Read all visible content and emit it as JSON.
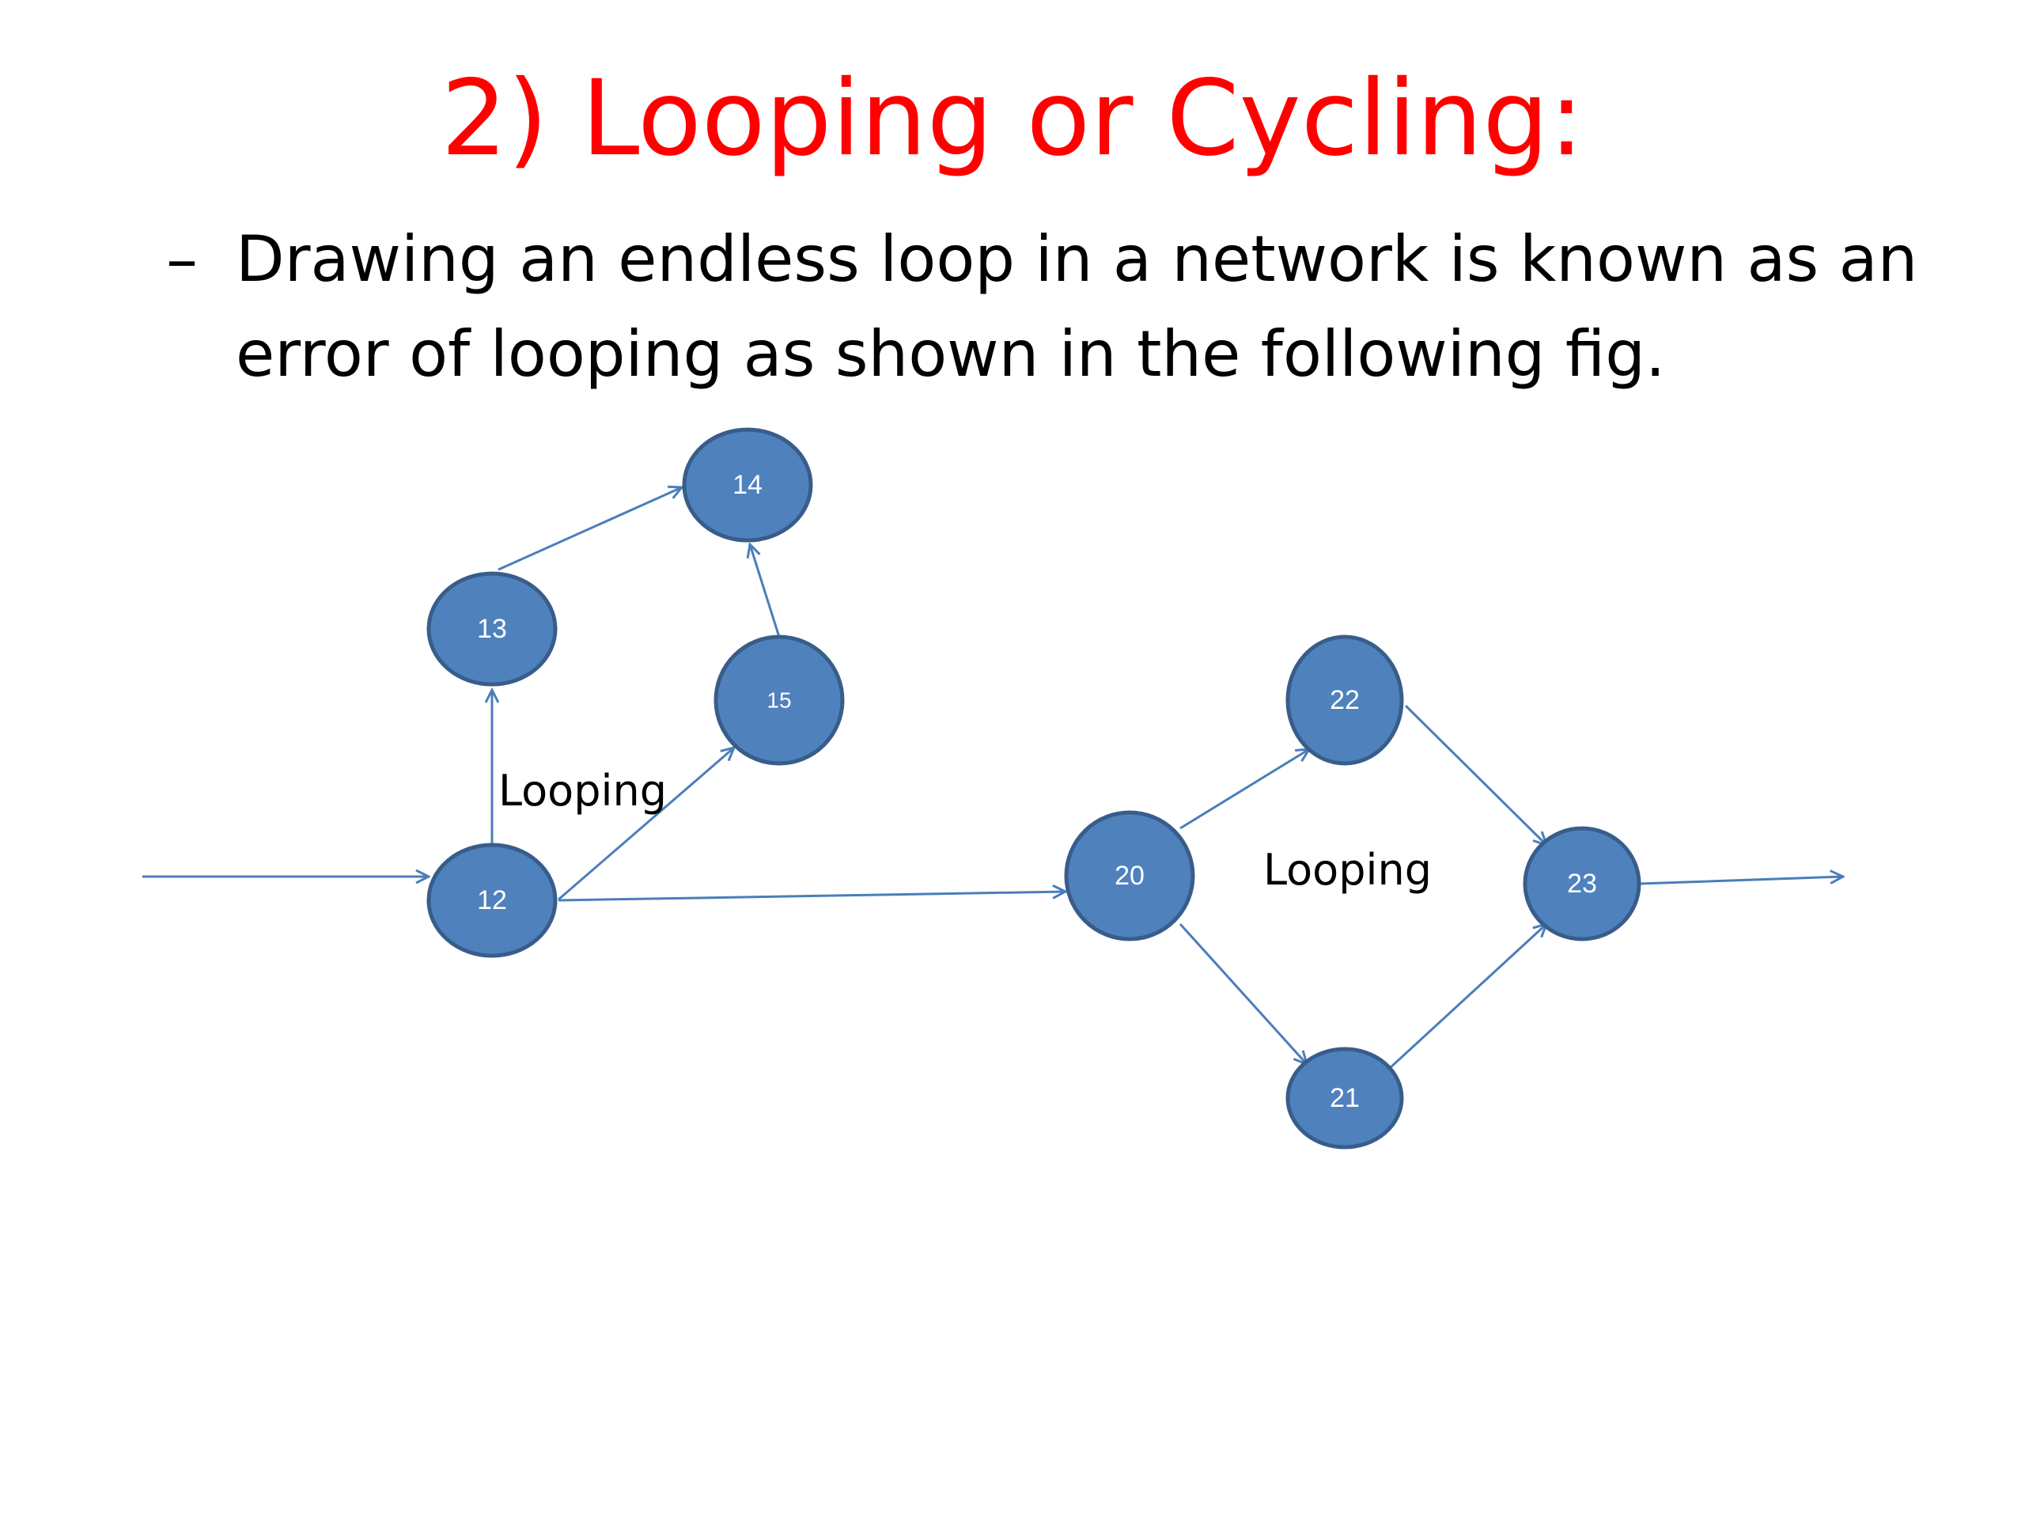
{
  "slide": {
    "title": "2) Looping or Cycling:",
    "bullet_marker": "–",
    "bullet_text": "Drawing an endless loop in a network is known as an error of looping as shown in the following fig."
  },
  "diagram": {
    "nodes": [
      {
        "id": "12",
        "label": "12"
      },
      {
        "id": "13",
        "label": "13"
      },
      {
        "id": "14",
        "label": "14"
      },
      {
        "id": "15",
        "label": "15"
      },
      {
        "id": "20",
        "label": "20"
      },
      {
        "id": "21",
        "label": "21"
      },
      {
        "id": "22",
        "label": "22"
      },
      {
        "id": "23",
        "label": "23"
      }
    ],
    "edges": [
      {
        "from": "start",
        "to": "12"
      },
      {
        "from": "12",
        "to": "13"
      },
      {
        "from": "13",
        "to": "14"
      },
      {
        "from": "15",
        "to": "14"
      },
      {
        "from": "12",
        "to": "15"
      },
      {
        "from": "12",
        "to": "20"
      },
      {
        "from": "20",
        "to": "22"
      },
      {
        "from": "20",
        "to": "21"
      },
      {
        "from": "22",
        "to": "23"
      },
      {
        "from": "21",
        "to": "23"
      },
      {
        "from": "23",
        "to": "end"
      }
    ],
    "annotations": [
      {
        "id": "looping-left",
        "text": "Looping"
      },
      {
        "id": "looping-right",
        "text": "Looping"
      }
    ],
    "colors": {
      "node_fill": "#4f81bd",
      "node_stroke": "#385d8a",
      "edge": "#4a7ebb",
      "title": "#ff0000"
    }
  }
}
